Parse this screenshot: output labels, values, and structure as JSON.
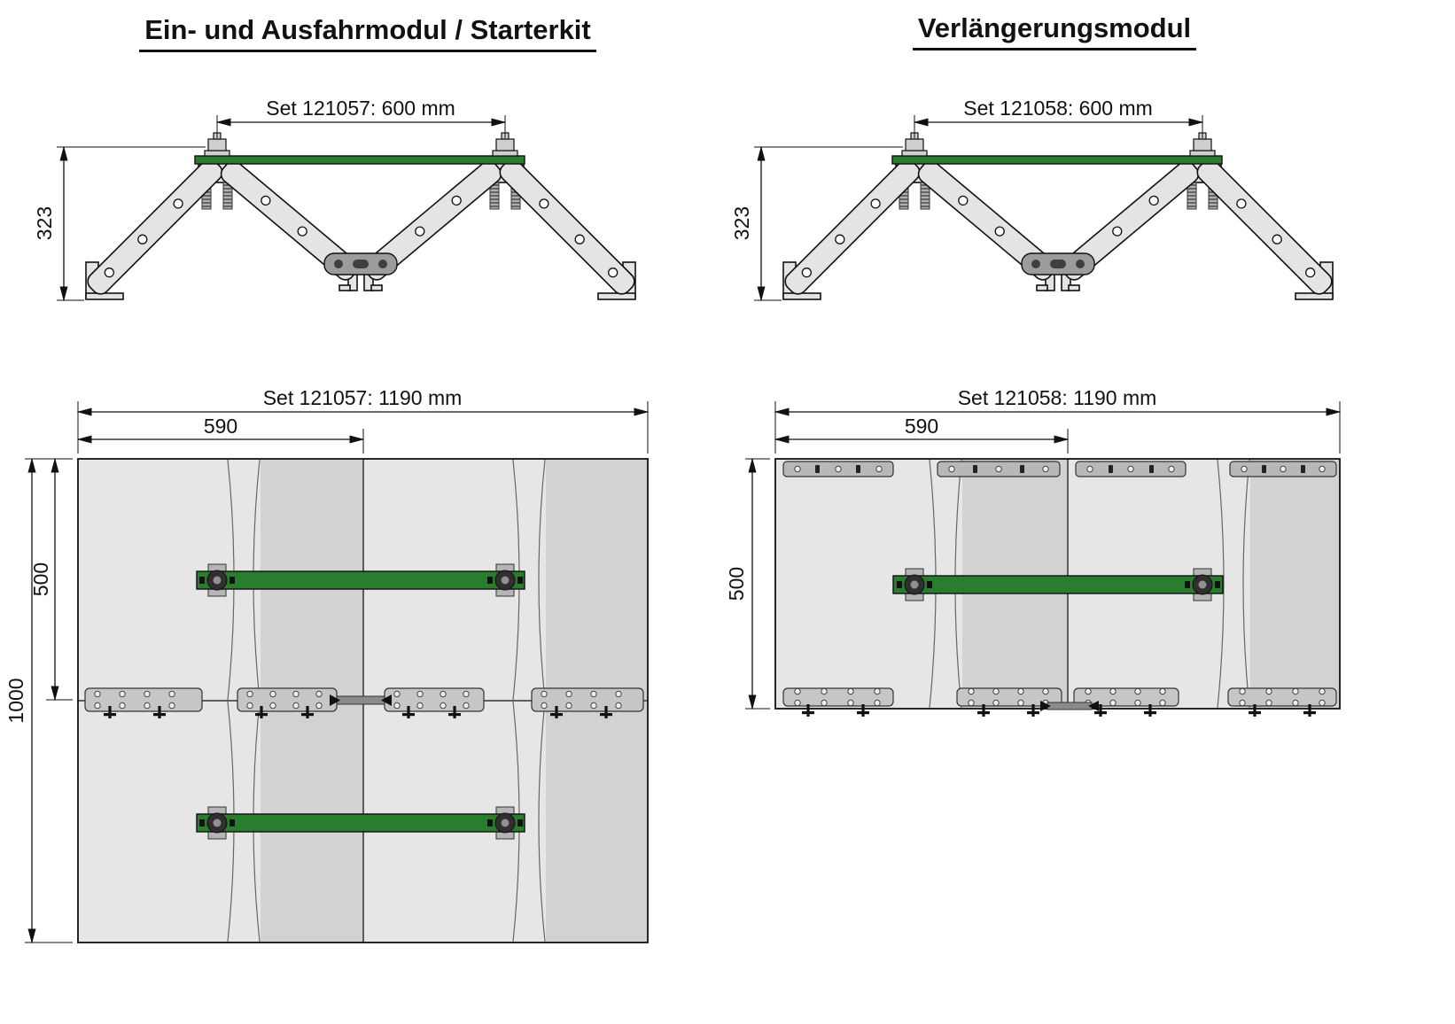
{
  "colors": {
    "green": "#2a7c2f",
    "panel": "#e6e6e6",
    "panel_dark": "#d2d2d2",
    "plate": "#c6c6c6"
  },
  "left_module": {
    "title": "Ein- und Ausfahrmodul / Starterkit",
    "front_view": {
      "width_dim": "Set 121057: 600 mm",
      "height_dim": "323"
    },
    "top_view": {
      "width_dim": "Set 121057: 1190 mm",
      "half_width_dim": "590",
      "height_dim": "1000",
      "half_height_dim": "500"
    }
  },
  "right_module": {
    "title": "Verlängerungsmodul",
    "front_view": {
      "width_dim": "Set 121058: 600 mm",
      "height_dim": "323"
    },
    "top_view": {
      "width_dim": "Set 121058: 1190 mm",
      "half_width_dim": "590",
      "half_height_dim": "500"
    }
  }
}
